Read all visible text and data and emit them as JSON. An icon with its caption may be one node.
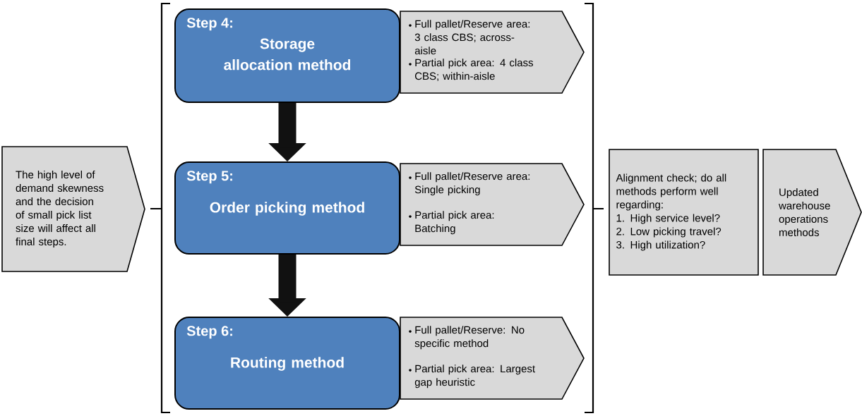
{
  "diagram": {
    "nodes": [
      {
        "text": [
          "The high level of demand skewness and the decision of small pick list size will affect all final steps."
        ]
      },
      {
        "text": [
          "Step 4:",
          "Storage allocation method"
        ]
      },
      {
        "text": [
          "Full pallet/Reserve area: 3 class CBS; across-aisle",
          "Partial pick area: 4 class CBS; within-aisle"
        ]
      },
      {
        "text": [
          "Step 5:",
          "Order picking method"
        ]
      },
      {
        "text": [
          "Full pallet/Reserve area: Single picking",
          "Partial pick area: Batching"
        ]
      },
      {
        "text": [
          "Step 6:",
          "Routing method"
        ]
      },
      {
        "text": [
          "Full pallet/Reserve: No specific method",
          "Partial pick area: Largest gap heuristic"
        ]
      },
      {
        "text": [
          "Alignment check; do all methods perform well regarding:",
          "1. High service level?",
          "2. Low picking travel?",
          "3. High utilization?"
        ]
      },
      {
        "text": [
          "Updated warehouse operations methods"
        ]
      }
    ],
    "edges": [
      {
        "from": 1,
        "to": 3,
        "arrow": "to"
      },
      {
        "from": 3,
        "to": 5,
        "arrow": "to"
      }
    ]
  }
}
